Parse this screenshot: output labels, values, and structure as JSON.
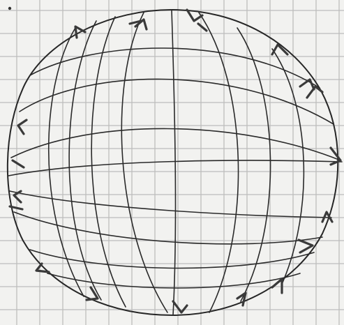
{
  "figure": {
    "kind": "hand-drawn sphere with latitude and longitude field lines on graph paper",
    "ink_color": "#2a2a2a",
    "arrow_color": "#3a3a3a",
    "grid_color": "#bdbdbd",
    "paper_color": "#f2f2f0",
    "latitude_line_count": 8,
    "longitude_line_count": 8,
    "arrow_count": 20
  }
}
